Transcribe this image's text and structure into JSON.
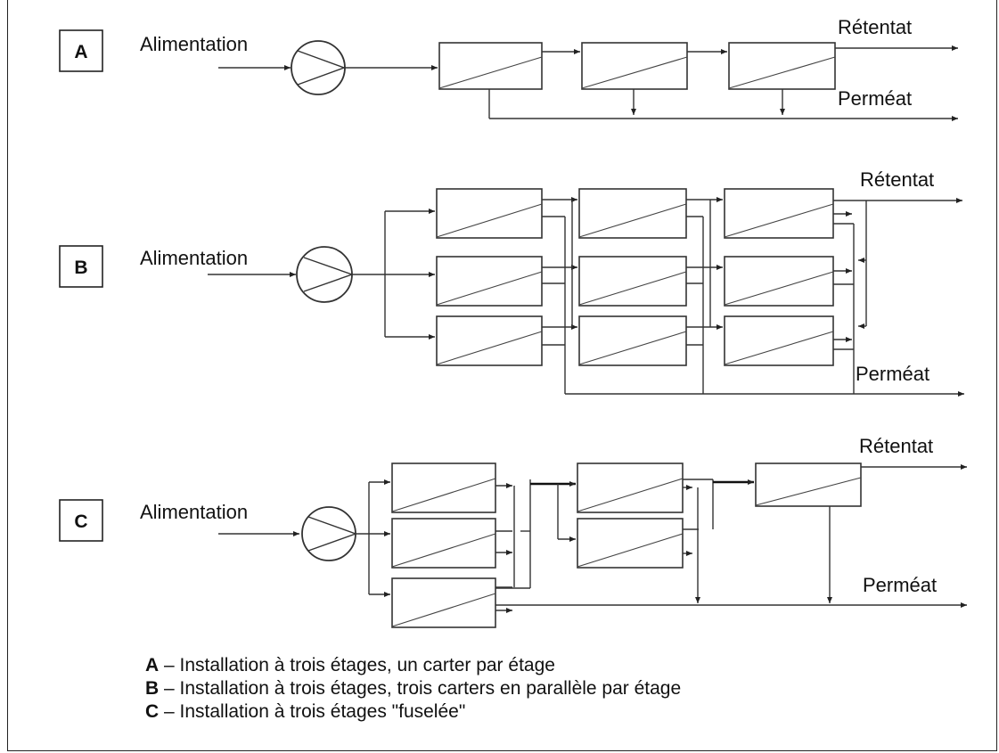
{
  "labels": {
    "feed": "Alimentation",
    "retentate": "Rétentat",
    "permeate": "Perméat"
  },
  "configs": [
    {
      "id": "A"
    },
    {
      "id": "B"
    },
    {
      "id": "C"
    }
  ],
  "legend": [
    {
      "key": "A",
      "text": " – Installation à trois étages, un carter par étage"
    },
    {
      "key": "B",
      "text": " – Installation à trois étages, trois carters en parallèle par étage"
    },
    {
      "key": "C",
      "text": " – Installation à trois étages \"fuselée\""
    }
  ]
}
